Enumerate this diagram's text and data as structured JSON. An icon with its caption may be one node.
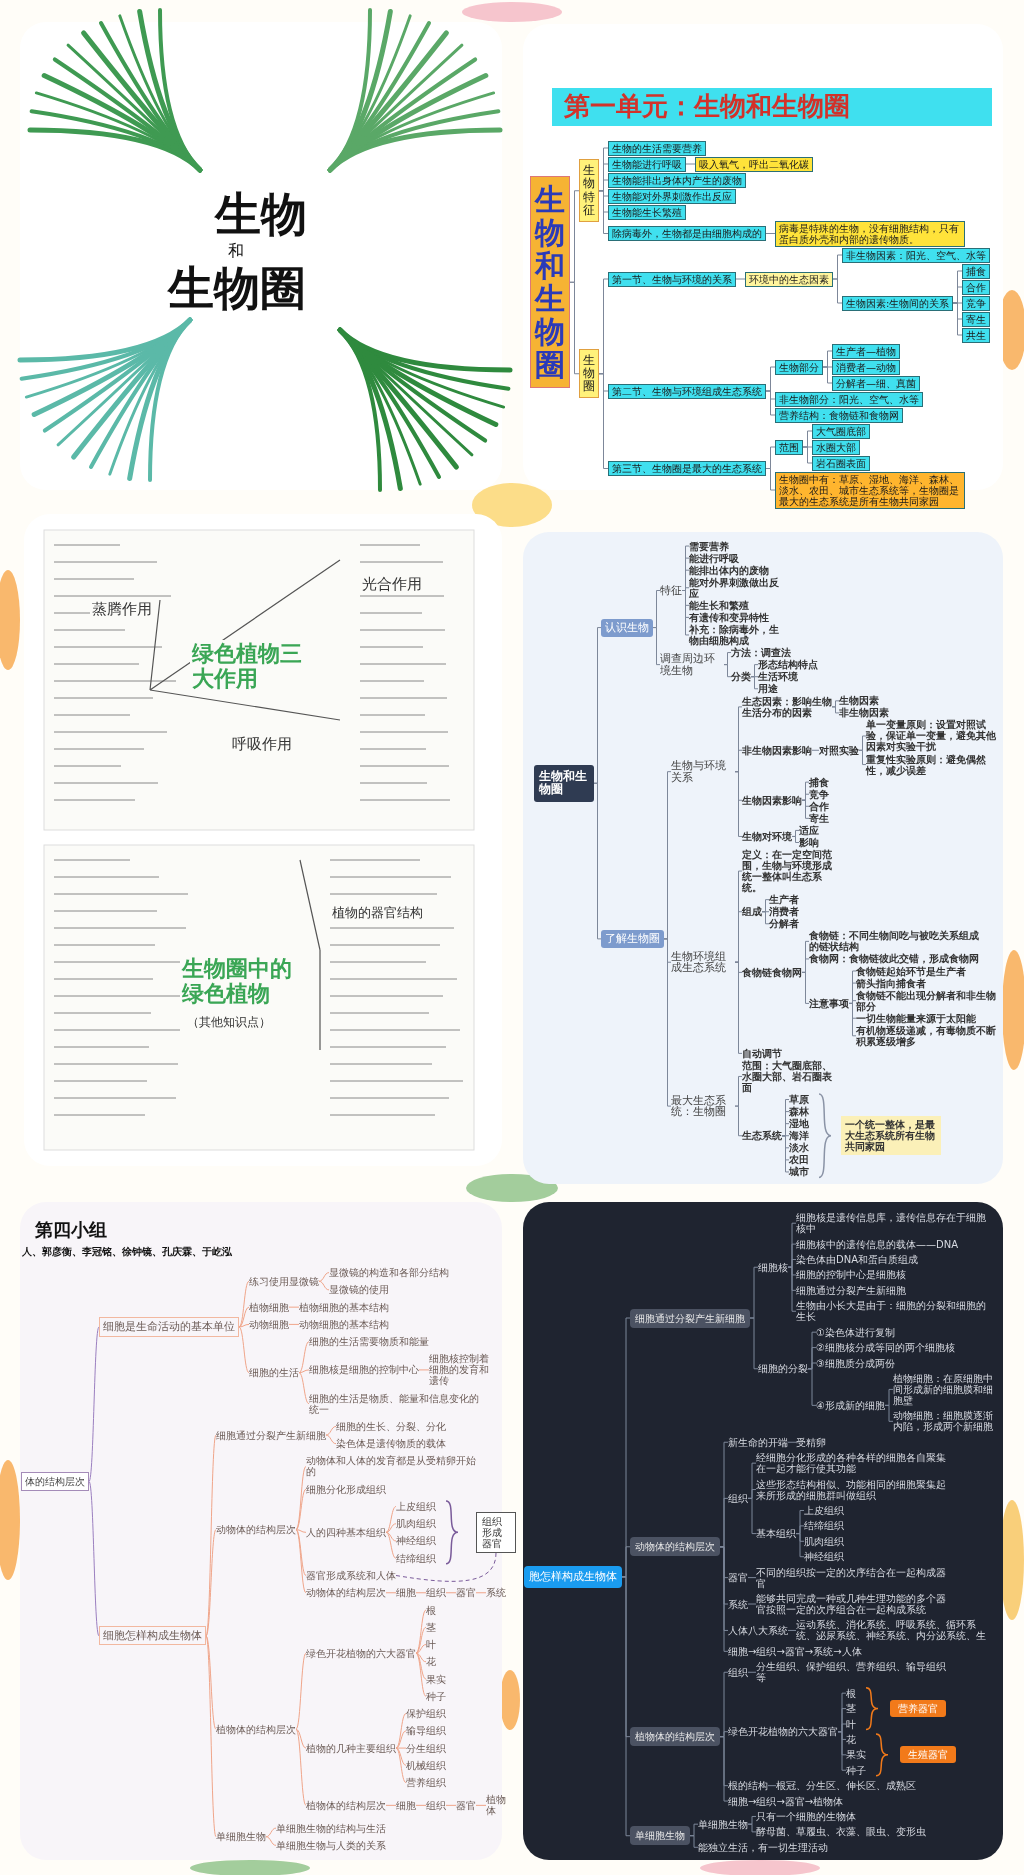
{
  "diagram": {
    "nodes": [
      {
        "text": [
          "生物和生物圈"
        ]
      },
      {
        "text": [
          "生物特征"
        ]
      },
      {
        "text": [
          "生物的生活需要营养"
        ]
      },
      {
        "text": [
          "生物能进行呼吸"
        ]
      },
      {
        "text": [
          "吸入氧气，呼出二氧化碳"
        ]
      },
      {
        "text": [
          "生物能排出身体内产生的废物"
        ]
      },
      {
        "text": [
          "生物能对外界刺激作出反应"
        ]
      },
      {
        "text": [
          "生物能生长繁殖"
        ]
      },
      {
        "text": [
          "除病毒外，生物都是由细胞构成的"
        ]
      },
      {
        "text": [
          "病毒是特殊的生物，没有细胞结构，只有蛋白质外壳和内部的遗传物质。"
        ]
      },
      {
        "text": [
          "生物圈"
        ]
      },
      {
        "text": [
          "第一节、生物与环境的关系"
        ]
      },
      {
        "text": [
          "环境中的生态因素"
        ]
      },
      {
        "text": [
          "非生物因素：阳光、空气、水等"
        ]
      },
      {
        "text": [
          "生物因素:生物间的关系"
        ]
      },
      {
        "text": [
          "捕食"
        ]
      },
      {
        "text": [
          "合作"
        ]
      },
      {
        "text": [
          "竞争"
        ]
      },
      {
        "text": [
          "寄生"
        ]
      },
      {
        "text": [
          "共生"
        ]
      },
      {
        "text": [
          "第二节、生物与环境组成生态系统"
        ]
      },
      {
        "text": [
          "生物部分"
        ]
      },
      {
        "text": [
          "生产者—植物"
        ]
      },
      {
        "text": [
          "消费者—动物"
        ]
      },
      {
        "text": [
          "分解者—细、真菌"
        ]
      },
      {
        "text": [
          "非生物部分：阳光、空气、水等"
        ]
      },
      {
        "text": [
          "营养结构：食物链和食物网"
        ]
      },
      {
        "text": [
          "第三节、生物圈是最大的生态系统"
        ]
      },
      {
        "text": [
          "范围"
        ]
      },
      {
        "text": [
          "大气圈底部"
        ]
      },
      {
        "text": [
          "水圈大部"
        ]
      },
      {
        "text": [
          "岩石圈表面"
        ]
      },
      {
        "text": [
          "生物圈中有：草原、湿地、海洋、森林、淡水、农田、城市生态系统等，生物圈是最大的生态系统是所有生物共同家园"
        ]
      },
      {
        "text": [
          "生物和生物圈"
        ]
      },
      {
        "text": [
          "认识生物"
        ]
      },
      {
        "text": [
          "特征"
        ]
      },
      {
        "text": [
          "需要营养"
        ]
      },
      {
        "text": [
          "能进行呼吸"
        ]
      },
      {
        "text": [
          "能排出体内的废物"
        ]
      },
      {
        "text": [
          "能对外界刺激做出反应"
        ]
      },
      {
        "text": [
          "能生长和繁殖"
        ]
      },
      {
        "text": [
          "有遗传和变异特性"
        ]
      },
      {
        "text": [
          "补充：除病毒外，生物由细胞构成"
        ]
      },
      {
        "text": [
          "调查周边环境生物"
        ]
      },
      {
        "text": [
          "方法：调查法"
        ]
      },
      {
        "text": [
          "分类"
        ]
      },
      {
        "text": [
          "形态结构特点"
        ]
      },
      {
        "text": [
          "生活环境"
        ]
      },
      {
        "text": [
          "用途"
        ]
      },
      {
        "text": [
          "了解生物圈"
        ]
      },
      {
        "text": [
          "生物与环境关系"
        ]
      },
      {
        "text": [
          "生态因素：影响生物生活分布的因素"
        ]
      },
      {
        "text": [
          "生物因素"
        ]
      },
      {
        "text": [
          "非生物因素"
        ]
      },
      {
        "text": [
          "非生物因素影响"
        ]
      },
      {
        "text": [
          "对照实验"
        ]
      },
      {
        "text": [
          "单一变量原则：设置对照试验，保证单一变量，避免其他因素对实验干扰"
        ]
      },
      {
        "text": [
          "重复性实验原则：避免偶然性，减少误差"
        ]
      },
      {
        "text": [
          "生物因素影响"
        ]
      },
      {
        "text": [
          "捕食"
        ]
      },
      {
        "text": [
          "竞争"
        ]
      },
      {
        "text": [
          "合作"
        ]
      },
      {
        "text": [
          "寄生"
        ]
      },
      {
        "text": [
          "生物对环境"
        ]
      },
      {
        "text": [
          "适应"
        ]
      },
      {
        "text": [
          "影响"
        ]
      },
      {
        "text": [
          "生物环境组成生态系统"
        ]
      },
      {
        "text": [
          "定义：在一定空间范围，生物与环境形成统一整体叫生态系统。"
        ]
      },
      {
        "text": [
          "组成"
        ]
      },
      {
        "text": [
          "生产者"
        ]
      },
      {
        "text": [
          "消费者"
        ]
      },
      {
        "text": [
          "分解者"
        ]
      },
      {
        "text": [
          "食物链食物网"
        ]
      },
      {
        "text": [
          "食物链：不同生物间吃与被吃关系组成的链状结构"
        ]
      },
      {
        "text": [
          "食物网：食物链彼此交错，形成食物网"
        ]
      },
      {
        "text": [
          "注意事项"
        ]
      },
      {
        "text": [
          "食物链起始环节是生产者"
        ]
      },
      {
        "text": [
          "箭头指向捕食者"
        ]
      },
      {
        "text": [
          "食物链不能出现分解者和非生物部分"
        ]
      },
      {
        "text": [
          "一切生物能量来源于太阳能"
        ]
      },
      {
        "text": [
          "有机物逐级递减，有毒物质不断积累逐级增多"
        ]
      },
      {
        "text": [
          "自动调节"
        ]
      },
      {
        "text": [
          "最大生态系统：生物圈"
        ]
      },
      {
        "text": [
          "范围：大气圈底部、水圈大部、岩石圈表面"
        ]
      },
      {
        "text": [
          "生态系统"
        ]
      },
      {
        "text": [
          "草原"
        ]
      },
      {
        "text": [
          "森林"
        ]
      },
      {
        "text": [
          "湿地"
        ]
      },
      {
        "text": [
          "海洋"
        ]
      },
      {
        "text": [
          "淡水"
        ]
      },
      {
        "text": [
          "农田"
        ]
      },
      {
        "text": [
          "城市"
        ]
      },
      {
        "text": [
          "一个统一整体，是最大生态系统所有生物共同家园"
        ]
      },
      {
        "text": [
          "体的结构层次"
        ]
      },
      {
        "text": [
          "细胞是生命活动的基本单位"
        ]
      },
      {
        "text": [
          "练习使用显微镜"
        ]
      },
      {
        "text": [
          "显微镜的构造和各部分结构"
        ]
      },
      {
        "text": [
          "显微镜的使用"
        ]
      },
      {
        "text": [
          "植物细胞"
        ]
      },
      {
        "text": [
          "植物细胞的基本结构"
        ]
      },
      {
        "text": [
          "动物细胞"
        ]
      },
      {
        "text": [
          "动物细胞的基本结构"
        ]
      },
      {
        "text": [
          "细胞的生活"
        ]
      },
      {
        "text": [
          "细胞的生活需要物质和能量"
        ]
      },
      {
        "text": [
          "细胞核是细胞的控制中心"
        ]
      },
      {
        "text": [
          "细胞核控制着细胞的发育和遗传"
        ]
      },
      {
        "text": [
          "细胞的生活是物质、能量和信息变化的统一"
        ]
      },
      {
        "text": [
          "细胞怎样构成生物体"
        ]
      },
      {
        "text": [
          "细胞通过分裂产生新细胞"
        ]
      },
      {
        "text": [
          "细胞的生长、分裂、分化"
        ]
      },
      {
        "text": [
          "染色体是遗传物质的载体"
        ]
      },
      {
        "text": [
          "动物体的结构层次"
        ]
      },
      {
        "text": [
          "动物体和人体的发育都是从受精卵开始的"
        ]
      },
      {
        "text": [
          "细胞分化形成组织"
        ]
      },
      {
        "text": [
          "人的四种基本组织"
        ]
      },
      {
        "text": [
          "上皮组织"
        ]
      },
      {
        "text": [
          "肌肉组织"
        ]
      },
      {
        "text": [
          "神经组织"
        ]
      },
      {
        "text": [
          "结缔组织"
        ]
      },
      {
        "text": [
          "组织形成器官"
        ]
      },
      {
        "text": [
          "器官形成系统和人体"
        ]
      },
      {
        "text": [
          "动物体的结构层次"
        ]
      },
      {
        "text": [
          "细胞"
        ]
      },
      {
        "text": [
          "组织"
        ]
      },
      {
        "text": [
          "器官"
        ]
      },
      {
        "text": [
          "系统"
        ]
      },
      {
        "text": [
          "植物体的结构层次"
        ]
      },
      {
        "text": [
          "绿色开花植物的六大器官"
        ]
      },
      {
        "text": [
          "根"
        ]
      },
      {
        "text": [
          "茎"
        ]
      },
      {
        "text": [
          "叶"
        ]
      },
      {
        "text": [
          "花"
        ]
      },
      {
        "text": [
          "果实"
        ]
      },
      {
        "text": [
          "种子"
        ]
      },
      {
        "text": [
          "植物的几种主要组织"
        ]
      },
      {
        "text": [
          "保护组织"
        ]
      },
      {
        "text": [
          "输导组织"
        ]
      },
      {
        "text": [
          "分生组织"
        ]
      },
      {
        "text": [
          "机械组织"
        ]
      },
      {
        "text": [
          "营养组织"
        ]
      },
      {
        "text": [
          "植物体的结构层次"
        ]
      },
      {
        "text": [
          "细胞"
        ]
      },
      {
        "text": [
          "组织"
        ]
      },
      {
        "text": [
          "器官"
        ]
      },
      {
        "text": [
          "植物体"
        ]
      },
      {
        "text": [
          "单细胞生物"
        ]
      },
      {
        "text": [
          "单细胞生物的结构与生活"
        ]
      },
      {
        "text": [
          "单细胞生物与人类的关系"
        ]
      },
      {
        "text": [
          "胞怎样构成生物体"
        ]
      },
      {
        "text": [
          "细胞通过分裂产生新细胞"
        ]
      },
      {
        "text": [
          "细胞核"
        ]
      },
      {
        "text": [
          "细胞核是遗传信息库，遗传信息存在于细胞核中"
        ]
      },
      {
        "text": [
          "细胞核中的遗传信息的载体——DNA"
        ]
      },
      {
        "text": [
          "染色体由DNA和蛋白质组成"
        ]
      },
      {
        "text": [
          "细胞的控制中心是细胞核"
        ]
      },
      {
        "text": [
          "细胞通过分裂产生新细胞"
        ]
      },
      {
        "text": [
          "生物由小长大是由于：细胞的分裂和细胞的生长"
        ]
      },
      {
        "text": [
          "细胞的分裂"
        ]
      },
      {
        "text": [
          "①染色体进行复制"
        ]
      },
      {
        "text": [
          "②细胞核分成等同的两个细胞核"
        ]
      },
      {
        "text": [
          "③细胞质分成两份"
        ]
      },
      {
        "text": [
          "④形成新的细胞"
        ]
      },
      {
        "text": [
          "植物细胞：在原细胞中间形成新的细胞膜和细胞壁"
        ]
      },
      {
        "text": [
          "动物细胞：细胞膜逐渐内陷，形成两个新细胞"
        ]
      },
      {
        "text": [
          "动物体的结构层次"
        ]
      },
      {
        "text": [
          "新生命的开端"
        ]
      },
      {
        "text": [
          "受精卵"
        ]
      },
      {
        "text": [
          "组织"
        ]
      },
      {
        "text": [
          "经细胞分化形成的各种各样的细胞各自聚集在一起才能行使其功能"
        ]
      },
      {
        "text": [
          "这些形态结构相似、功能相同的细胞聚集起来所形成的细胞群叫做组织"
        ]
      },
      {
        "text": [
          "基本组织"
        ]
      },
      {
        "text": [
          "上皮组织"
        ]
      },
      {
        "text": [
          "结缔组织"
        ]
      },
      {
        "text": [
          "肌肉组织"
        ]
      },
      {
        "text": [
          "神经组织"
        ]
      },
      {
        "text": [
          "器官"
        ]
      },
      {
        "text": [
          "不同的组织按一定的次序结合在一起构成器官"
        ]
      },
      {
        "text": [
          "系统"
        ]
      },
      {
        "text": [
          "能够共同完成一种或几种生理功能的多个器官按照一定的次序组合在一起构成系统"
        ]
      },
      {
        "text": [
          "人体八大系统"
        ]
      },
      {
        "text": [
          "运动系统、消化系统、呼吸系统、循环系统、泌尿系统、神经系统、内分泌系统、生"
        ]
      },
      {
        "text": [
          "细胞→组织→器官→系统→人体"
        ]
      },
      {
        "text": [
          "植物体的结构层次"
        ]
      },
      {
        "text": [
          "组织"
        ]
      },
      {
        "text": [
          "分生组织、保护组织、营养组织、输导组织等"
        ]
      },
      {
        "text": [
          "绿色开花植物的六大器官"
        ]
      },
      {
        "text": [
          "根"
        ]
      },
      {
        "text": [
          "茎"
        ]
      },
      {
        "text": [
          "叶"
        ]
      },
      {
        "text": [
          "花"
        ]
      },
      {
        "text": [
          "果实"
        ]
      },
      {
        "text": [
          "种子"
        ]
      },
      {
        "text": [
          "营养器官"
        ]
      },
      {
        "text": [
          "生殖器官"
        ]
      },
      {
        "text": [
          "根的结构"
        ]
      },
      {
        "text": [
          "根冠、分生区、伸长区、成熟区"
        ]
      },
      {
        "text": [
          "细胞→组织→器官→植物体"
        ]
      },
      {
        "text": [
          "单细胞生物"
        ]
      },
      {
        "text": [
          "单细胞生物"
        ]
      },
      {
        "text": [
          "只有一个细胞的生物体"
        ]
      },
      {
        "text": [
          "酵母菌、草履虫、衣藻、眼虫、变形虫"
        ]
      },
      {
        "text": [
          "能独立生活，有一切生理活动"
        ]
      }
    ],
    "edges": [
      {
        "from": 0,
        "to": 1,
        "arrow": "none"
      },
      {
        "from": 1,
        "to": 2,
        "arrow": "none"
      },
      {
        "from": 1,
        "to": 3,
        "arrow": "none"
      },
      {
        "from": 3,
        "to": 4,
        "arrow": "none"
      },
      {
        "from": 1,
        "to": 5,
        "arrow": "none"
      },
      {
        "from": 1,
        "to": 6,
        "arrow": "none"
      },
      {
        "from": 1,
        "to": 7,
        "arrow": "none"
      },
      {
        "from": 1,
        "to": 8,
        "arrow": "none"
      },
      {
        "from": 8,
        "to": 9,
        "arrow": "none"
      },
      {
        "from": 0,
        "to": 10,
        "arrow": "none"
      },
      {
        "from": 10,
        "to": 11,
        "arrow": "none"
      },
      {
        "from": 11,
        "to": 12,
        "arrow": "none"
      },
      {
        "from": 12,
        "to": 13,
        "arrow": "none"
      },
      {
        "from": 12,
        "to": 14,
        "arrow": "none"
      },
      {
        "from": 14,
        "to": 15,
        "arrow": "none"
      },
      {
        "from": 14,
        "to": 16,
        "arrow": "none"
      },
      {
        "from": 14,
        "to": 17,
        "arrow": "none"
      },
      {
        "from": 14,
        "to": 18,
        "arrow": "none"
      },
      {
        "from": 14,
        "to": 19,
        "arrow": "none"
      },
      {
        "from": 10,
        "to": 20,
        "arrow": "none"
      },
      {
        "from": 20,
        "to": 21,
        "arrow": "none"
      },
      {
        "from": 21,
        "to": 22,
        "arrow": "none"
      },
      {
        "from": 21,
        "to": 23,
        "arrow": "none"
      },
      {
        "from": 21,
        "to": 24,
        "arrow": "none"
      },
      {
        "from": 20,
        "to": 25,
        "arrow": "none"
      },
      {
        "from": 20,
        "to": 26,
        "arrow": "none"
      },
      {
        "from": 10,
        "to": 27,
        "arrow": "none"
      },
      {
        "from": 27,
        "to": 28,
        "arrow": "none"
      },
      {
        "from": 28,
        "to": 29,
        "arrow": "none"
      },
      {
        "from": 28,
        "to": 30,
        "arrow": "none"
      },
      {
        "from": 28,
        "to": 31,
        "arrow": "none"
      },
      {
        "from": 27,
        "to": 32,
        "arrow": "none"
      },
      {
        "from": 33,
        "to": 34,
        "arrow": "none"
      },
      {
        "from": 34,
        "to": 35,
        "arrow": "none"
      },
      {
        "from": 35,
        "to": 36,
        "arrow": "none"
      },
      {
        "from": 35,
        "to": 37,
        "arrow": "none"
      },
      {
        "from": 35,
        "to": 38,
        "arrow": "none"
      },
      {
        "from": 35,
        "to": 39,
        "arrow": "none"
      },
      {
        "from": 35,
        "to": 40,
        "arrow": "none"
      },
      {
        "from": 35,
        "to": 41,
        "arrow": "none"
      },
      {
        "from": 35,
        "to": 42,
        "arrow": "none"
      },
      {
        "from": 34,
        "to": 43,
        "arrow": "none"
      },
      {
        "from": 43,
        "to": 44,
        "arrow": "none"
      },
      {
        "from": 43,
        "to": 45,
        "arrow": "none"
      },
      {
        "from": 45,
        "to": 46,
        "arrow": "none"
      },
      {
        "from": 45,
        "to": 47,
        "arrow": "none"
      },
      {
        "from": 45,
        "to": 48,
        "arrow": "none"
      },
      {
        "from": 33,
        "to": 49,
        "arrow": "none"
      },
      {
        "from": 49,
        "to": 50,
        "arrow": "none"
      },
      {
        "from": 50,
        "to": 51,
        "arrow": "none"
      },
      {
        "from": 51,
        "to": 52,
        "arrow": "none"
      },
      {
        "from": 51,
        "to": 53,
        "arrow": "none"
      },
      {
        "from": 50,
        "to": 54,
        "arrow": "none"
      },
      {
        "from": 54,
        "to": 55,
        "arrow": "none"
      },
      {
        "from": 55,
        "to": 56,
        "arrow": "none"
      },
      {
        "from": 55,
        "to": 57,
        "arrow": "none"
      },
      {
        "from": 50,
        "to": 58,
        "arrow": "none"
      },
      {
        "from": 58,
        "to": 59,
        "arrow": "none"
      },
      {
        "from": 58,
        "to": 60,
        "arrow": "none"
      },
      {
        "from": 58,
        "to": 61,
        "arrow": "none"
      },
      {
        "from": 58,
        "to": 62,
        "arrow": "none"
      },
      {
        "from": 50,
        "to": 63,
        "arrow": "none"
      },
      {
        "from": 63,
        "to": 64,
        "arrow": "none"
      },
      {
        "from": 63,
        "to": 65,
        "arrow": "none"
      },
      {
        "from": 49,
        "to": 66,
        "arrow": "none"
      },
      {
        "from": 66,
        "to": 67,
        "arrow": "none"
      },
      {
        "from": 66,
        "to": 68,
        "arrow": "none"
      },
      {
        "from": 68,
        "to": 69,
        "arrow": "none"
      },
      {
        "from": 68,
        "to": 70,
        "arrow": "none"
      },
      {
        "from": 68,
        "to": 71,
        "arrow": "none"
      },
      {
        "from": 66,
        "to": 72,
        "arrow": "none"
      },
      {
        "from": 72,
        "to": 73,
        "arrow": "none"
      },
      {
        "from": 72,
        "to": 74,
        "arrow": "none"
      },
      {
        "from": 72,
        "to": 75,
        "arrow": "none"
      },
      {
        "from": 75,
        "to": 76,
        "arrow": "none"
      },
      {
        "from": 75,
        "to": 77,
        "arrow": "none"
      },
      {
        "from": 75,
        "to": 78,
        "arrow": "none"
      },
      {
        "from": 75,
        "to": 79,
        "arrow": "none"
      },
      {
        "from": 75,
        "to": 80,
        "arrow": "none"
      },
      {
        "from": 66,
        "to": 81,
        "arrow": "none"
      },
      {
        "from": 49,
        "to": 82,
        "arrow": "none"
      },
      {
        "from": 82,
        "to": 83,
        "arrow": "none"
      },
      {
        "from": 82,
        "to": 84,
        "arrow": "none"
      },
      {
        "from": 84,
        "to": 85,
        "arrow": "none"
      },
      {
        "from": 84,
        "to": 86,
        "arrow": "none"
      },
      {
        "from": 84,
        "to": 87,
        "arrow": "none"
      },
      {
        "from": 84,
        "to": 88,
        "arrow": "none"
      },
      {
        "from": 84,
        "to": 89,
        "arrow": "none"
      },
      {
        "from": 84,
        "to": 90,
        "arrow": "none"
      },
      {
        "from": 84,
        "to": 91,
        "arrow": "none"
      },
      {
        "from": 93,
        "to": 94,
        "arrow": "none",
        "color": "#9b7fc0"
      },
      {
        "from": 94,
        "to": 95,
        "arrow": "none",
        "color": "#f0a58a"
      },
      {
        "from": 95,
        "to": 96,
        "arrow": "none",
        "color": "#f0a58a"
      },
      {
        "from": 95,
        "to": 97,
        "arrow": "none",
        "color": "#f0a58a"
      },
      {
        "from": 94,
        "to": 98,
        "arrow": "none",
        "color": "#f0a58a"
      },
      {
        "from": 98,
        "to": 99,
        "arrow": "none",
        "color": "#f0a58a"
      },
      {
        "from": 94,
        "to": 100,
        "arrow": "none",
        "color": "#f0a58a"
      },
      {
        "from": 100,
        "to": 101,
        "arrow": "none",
        "color": "#f0a58a"
      },
      {
        "from": 94,
        "to": 102,
        "arrow": "none",
        "color": "#f0a58a"
      },
      {
        "from": 102,
        "to": 103,
        "arrow": "none",
        "color": "#f0a58a"
      },
      {
        "from": 102,
        "to": 104,
        "arrow": "none",
        "color": "#f0a58a"
      },
      {
        "from": 104,
        "to": 105,
        "arrow": "none",
        "color": "#f0a58a"
      },
      {
        "from": 102,
        "to": 106,
        "arrow": "none",
        "color": "#f0a58a"
      },
      {
        "from": 93,
        "to": 107,
        "arrow": "none",
        "color": "#9b7fc0"
      },
      {
        "from": 107,
        "to": 108,
        "arrow": "none",
        "color": "#f0a58a"
      },
      {
        "from": 108,
        "to": 109,
        "arrow": "none",
        "color": "#f0a58a"
      },
      {
        "from": 108,
        "to": 110,
        "arrow": "none",
        "color": "#f0a58a"
      },
      {
        "from": 107,
        "to": 111,
        "arrow": "none",
        "color": "#f0a58a"
      },
      {
        "from": 111,
        "to": 112,
        "arrow": "none",
        "color": "#f0a58a"
      },
      {
        "from": 111,
        "to": 113,
        "arrow": "none",
        "color": "#f0a58a"
      },
      {
        "from": 111,
        "to": 114,
        "arrow": "none",
        "color": "#f0a58a"
      },
      {
        "from": 114,
        "to": 115,
        "arrow": "none",
        "color": "#f0a58a"
      },
      {
        "from": 114,
        "to": 116,
        "arrow": "none",
        "color": "#f0a58a"
      },
      {
        "from": 114,
        "to": 117,
        "arrow": "none",
        "color": "#f0a58a"
      },
      {
        "from": 114,
        "to": 118,
        "arrow": "none",
        "color": "#f0a58a"
      },
      {
        "from": 111,
        "to": 120,
        "arrow": "none",
        "color": "#f0a58a"
      },
      {
        "from": 119,
        "to": 120,
        "arrow": "none",
        "style": "dashed",
        "color": "#7a5b9a"
      },
      {
        "from": 111,
        "to": 121,
        "arrow": "none",
        "color": "#f0a58a"
      },
      {
        "from": 121,
        "to": 122,
        "arrow": "none",
        "color": "#f0a58a"
      },
      {
        "from": 122,
        "to": 123,
        "arrow": "none",
        "color": "#f0a58a"
      },
      {
        "from": 123,
        "to": 124,
        "arrow": "none",
        "color": "#f0a58a"
      },
      {
        "from": 124,
        "to": 125,
        "arrow": "none",
        "color": "#f0a58a"
      },
      {
        "from": 107,
        "to": 126,
        "arrow": "none",
        "color": "#f0a58a"
      },
      {
        "from": 126,
        "to": 127,
        "arrow": "none",
        "color": "#f0a58a"
      },
      {
        "from": 127,
        "to": 128,
        "arrow": "none",
        "color": "#f0a58a"
      },
      {
        "from": 127,
        "to": 129,
        "arrow": "none",
        "color": "#f0a58a"
      },
      {
        "from": 127,
        "to": 130,
        "arrow": "none",
        "color": "#f0a58a"
      },
      {
        "from": 127,
        "to": 131,
        "arrow": "none",
        "color": "#f0a58a"
      },
      {
        "from": 127,
        "to": 132,
        "arrow": "none",
        "color": "#f0a58a"
      },
      {
        "from": 127,
        "to": 133,
        "arrow": "none",
        "color": "#f0a58a"
      },
      {
        "from": 126,
        "to": 134,
        "arrow": "none",
        "color": "#f0a58a"
      },
      {
        "from": 134,
        "to": 135,
        "arrow": "none",
        "color": "#f0a58a"
      },
      {
        "from": 134,
        "to": 136,
        "arrow": "none",
        "color": "#f0a58a"
      },
      {
        "from": 134,
        "to": 137,
        "arrow": "none",
        "color": "#f0a58a"
      },
      {
        "from": 134,
        "to": 138,
        "arrow": "none",
        "color": "#f0a58a"
      },
      {
        "from": 134,
        "to": 139,
        "arrow": "none",
        "color": "#f0a58a"
      },
      {
        "from": 126,
        "to": 140,
        "arrow": "none",
        "color": "#f0a58a"
      },
      {
        "from": 140,
        "to": 141,
        "arrow": "none",
        "color": "#f0a58a"
      },
      {
        "from": 141,
        "to": 142,
        "arrow": "none",
        "color": "#f0a58a"
      },
      {
        "from": 142,
        "to": 143,
        "arrow": "none",
        "color": "#f0a58a"
      },
      {
        "from": 143,
        "to": 144,
        "arrow": "none",
        "color": "#f0a58a"
      },
      {
        "from": 107,
        "to": 145,
        "arrow": "none",
        "color": "#f0a58a"
      },
      {
        "from": 145,
        "to": 146,
        "arrow": "none",
        "color": "#f0a58a"
      },
      {
        "from": 145,
        "to": 147,
        "arrow": "none",
        "color": "#f0a58a"
      },
      {
        "from": 148,
        "to": 149,
        "arrow": "none"
      },
      {
        "from": 149,
        "to": 150,
        "arrow": "none"
      },
      {
        "from": 150,
        "to": 151,
        "arrow": "none"
      },
      {
        "from": 150,
        "to": 152,
        "arrow": "none"
      },
      {
        "from": 150,
        "to": 153,
        "arrow": "none"
      },
      {
        "from": 150,
        "to": 154,
        "arrow": "none"
      },
      {
        "from": 150,
        "to": 155,
        "arrow": "none"
      },
      {
        "from": 150,
        "to": 156,
        "arrow": "none"
      },
      {
        "from": 149,
        "to": 157,
        "arrow": "none"
      },
      {
        "from": 157,
        "to": 158,
        "arrow": "none"
      },
      {
        "from": 157,
        "to": 159,
        "arrow": "none"
      },
      {
        "from": 157,
        "to": 160,
        "arrow": "none"
      },
      {
        "from": 157,
        "to": 161,
        "arrow": "none"
      },
      {
        "from": 161,
        "to": 162,
        "arrow": "none"
      },
      {
        "from": 161,
        "to": 163,
        "arrow": "none"
      },
      {
        "from": 148,
        "to": 164,
        "arrow": "none"
      },
      {
        "from": 164,
        "to": 165,
        "arrow": "none"
      },
      {
        "from": 165,
        "to": 166,
        "arrow": "none"
      },
      {
        "from": 164,
        "to": 167,
        "arrow": "none"
      },
      {
        "from": 167,
        "to": 168,
        "arrow": "none"
      },
      {
        "from": 167,
        "to": 169,
        "arrow": "none"
      },
      {
        "from": 167,
        "to": 170,
        "arrow": "none"
      },
      {
        "from": 170,
        "to": 171,
        "arrow": "none"
      },
      {
        "from": 170,
        "to": 172,
        "arrow": "none"
      },
      {
        "from": 170,
        "to": 173,
        "arrow": "none"
      },
      {
        "from": 170,
        "to": 174,
        "arrow": "none"
      },
      {
        "from": 164,
        "to": 175,
        "arrow": "none"
      },
      {
        "from": 175,
        "to": 176,
        "arrow": "none"
      },
      {
        "from": 164,
        "to": 177,
        "arrow": "none"
      },
      {
        "from": 177,
        "to": 178,
        "arrow": "none"
      },
      {
        "from": 164,
        "to": 179,
        "arrow": "none"
      },
      {
        "from": 179,
        "to": 180,
        "arrow": "none"
      },
      {
        "from": 164,
        "to": 181,
        "arrow": "none"
      },
      {
        "from": 148,
        "to": 182,
        "arrow": "none"
      },
      {
        "from": 182,
        "to": 183,
        "arrow": "none"
      },
      {
        "from": 183,
        "to": 184,
        "arrow": "none"
      },
      {
        "from": 182,
        "to": 185,
        "arrow": "none"
      },
      {
        "from": 185,
        "to": 186,
        "arrow": "none"
      },
      {
        "from": 185,
        "to": 187,
        "arrow": "none"
      },
      {
        "from": 185,
        "to": 188,
        "arrow": "none"
      },
      {
        "from": 185,
        "to": 189,
        "arrow": "none"
      },
      {
        "from": 185,
        "to": 190,
        "arrow": "none"
      },
      {
        "from": 185,
        "to": 191,
        "arrow": "none"
      },
      {
        "from": 182,
        "to": 194,
        "arrow": "none"
      },
      {
        "from": 194,
        "to": 195,
        "arrow": "none"
      },
      {
        "from": 182,
        "to": 196,
        "arrow": "none"
      },
      {
        "from": 148,
        "to": 197,
        "arrow": "none"
      },
      {
        "from": 197,
        "to": 198,
        "arrow": "none"
      },
      {
        "from": 198,
        "to": 199,
        "arrow": "none"
      },
      {
        "from": 198,
        "to": 200,
        "arrow": "none"
      },
      {
        "from": 197,
        "to": 201,
        "arrow": "none"
      }
    ],
    "labels": [
      "生物",
      "和",
      "生物圈",
      "第一单元：生物和生物圈",
      "蒸腾作用",
      "光合作用",
      "绿色植物三大作用",
      "呼吸作用",
      "生物圈中的绿色植物",
      "（其他知识点）",
      "植物的器官结构",
      "第四小组",
      "人、郭彦衡、李冠铭、徐钟镜、孔庆霖、于屹泓"
    ]
  }
}
